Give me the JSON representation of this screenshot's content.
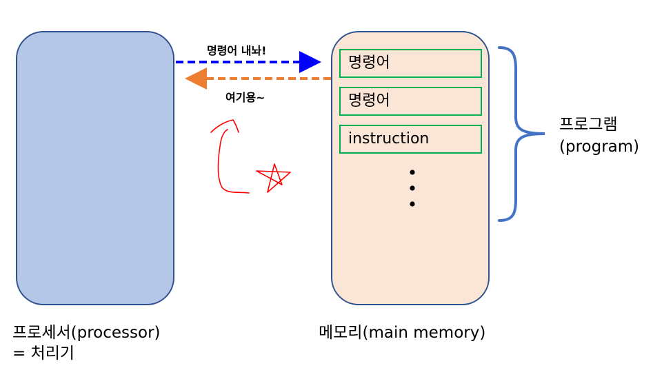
{
  "processor": {
    "caption_line1": "프로세서(processor)",
    "caption_line2": "= 처리기",
    "fill_color": "#b4c7e7"
  },
  "memory": {
    "caption": "메모리(main memory)",
    "fill_color": "#fbe5d6",
    "slots": [
      {
        "label": "명령어"
      },
      {
        "label": "명령어"
      },
      {
        "label": "instruction"
      }
    ],
    "continuation": "vertical-ellipsis"
  },
  "arrows": {
    "request": {
      "label": "명령어 내놔!",
      "color": "#0000ff"
    },
    "response": {
      "label": "여기용~",
      "color": "#ed7d31"
    }
  },
  "program_brace": {
    "label_line1": "프로그램",
    "label_line2": "(program)",
    "color": "#4472c4"
  },
  "annotations": {
    "handwritten_arrow": "red-curved-arrow",
    "handwritten_star": "red-star",
    "color": "#ff0000"
  },
  "colors": {
    "box_border": "#2f528f",
    "slot_border": "#00b050"
  }
}
